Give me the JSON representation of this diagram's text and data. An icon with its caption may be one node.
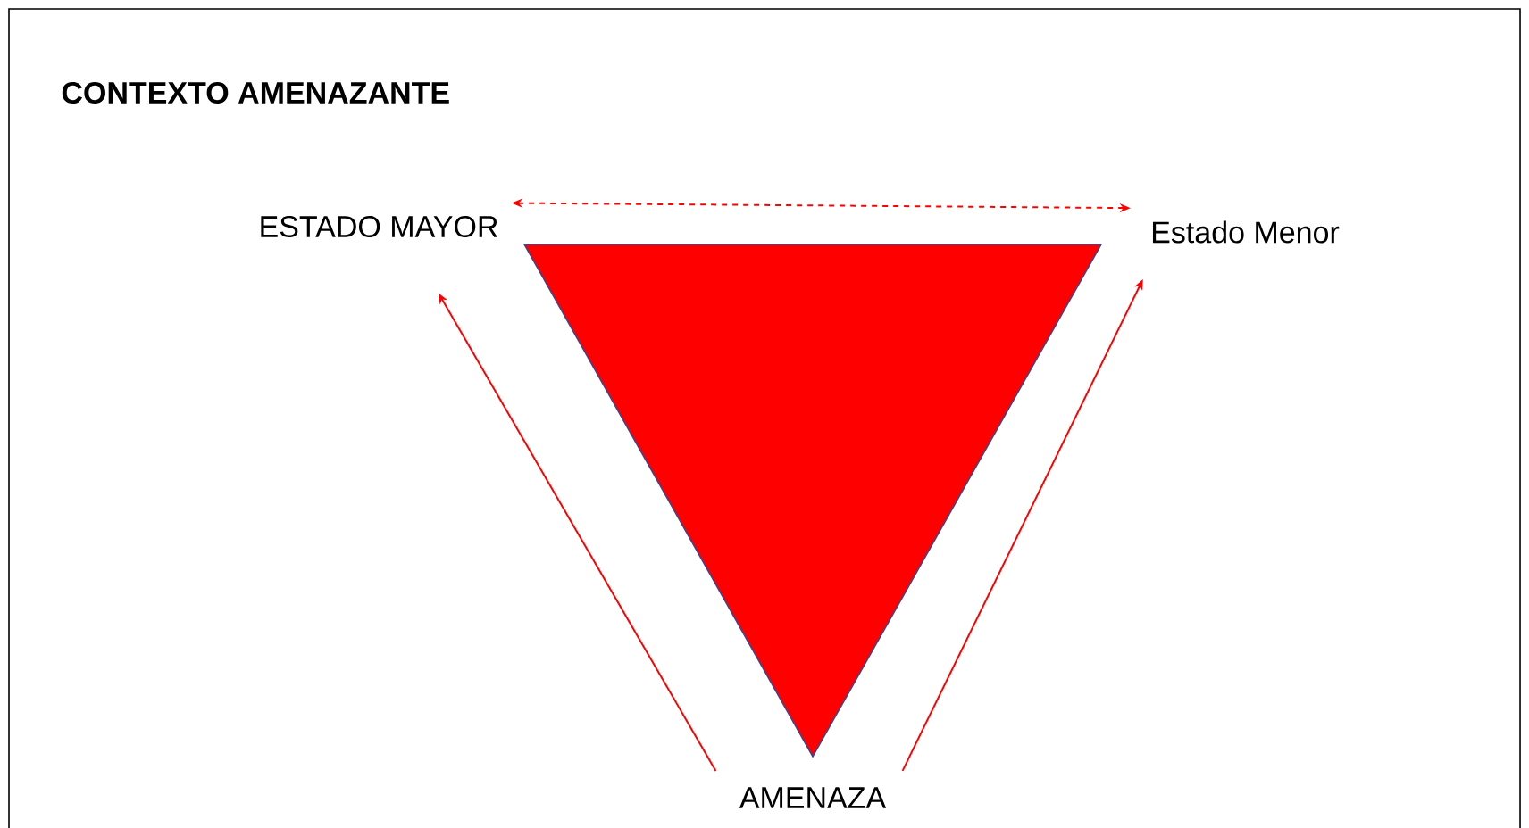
{
  "diagram": {
    "title": "CONTEXTO AMENAZANTE",
    "nodes": [
      {
        "text": [
          "ESTADO MAYOR"
        ]
      },
      {
        "text": [
          "Estado Menor"
        ]
      },
      {
        "text": [
          "AMENAZA"
        ]
      },
      {
        "text": [],
        "shape": "triangle"
      }
    ],
    "edges": [
      {
        "from": 0,
        "to": 1,
        "arrow": "both",
        "style": "dashed"
      },
      {
        "from": 2,
        "to": 0,
        "arrow": "to"
      },
      {
        "from": 2,
        "to": 1,
        "arrow": "to"
      }
    ]
  }
}
